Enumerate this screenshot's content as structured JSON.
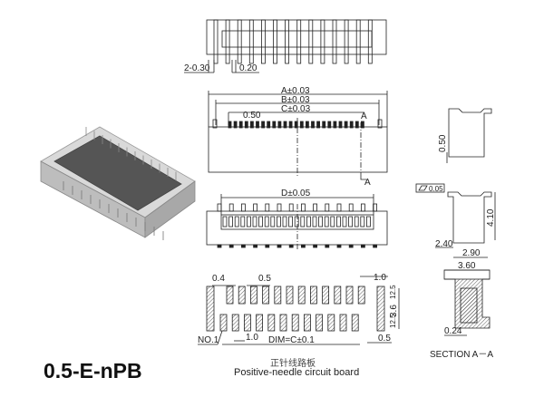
{
  "model": "0.5-E-nPB",
  "caption_cn": "正针线路板",
  "caption_en": "Positive-needle circuit board",
  "section_label": "SECTION A－A",
  "dimensions": {
    "top_pin_width": "2-0.30",
    "pin_width": "0.20",
    "a": "A±0.03",
    "b": "B±0.03",
    "c": "C±0.03",
    "pitch": "0.50",
    "section_mark": "A",
    "d": "D±0.05",
    "side_offset": "0.50",
    "flatness": "0.05",
    "height": "4.10",
    "base": "2.40",
    "depth": "2.90",
    "width": "3.60",
    "section_dim": "0.24",
    "pad_width": "0.4",
    "pad_pitch": "0.5",
    "pad_offset": "1.0",
    "pad_len": "12.5",
    "row_span": "3.6",
    "pin1": "NO.1",
    "row_stagger": "1.0",
    "dim_c": "DIM=C±0.1",
    "edge": "0.5"
  }
}
